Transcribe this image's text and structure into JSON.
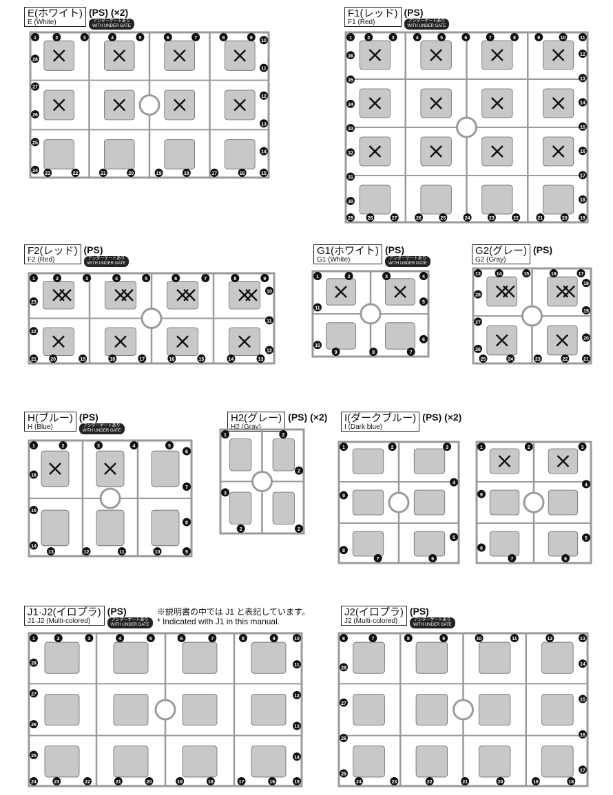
{
  "runners": [
    {
      "id": "E",
      "name_jp": "E(ホワイト)",
      "name_en": "E (White)",
      "material": "(PS)",
      "multiplier": "(×2)",
      "badge_jp": "アンダーゲートあり",
      "badge_en": "WITH UNDER GATE",
      "parts": [
        1,
        2,
        3,
        4,
        5,
        6,
        7,
        8,
        9,
        10,
        11,
        12,
        13,
        14,
        15,
        16,
        17,
        18,
        19,
        20,
        21,
        22,
        23,
        24,
        25,
        26,
        27,
        28
      ],
      "x_marked_count": 8
    },
    {
      "id": "F1",
      "name_jp": "F1(レッド)",
      "name_en": "F1 (Red)",
      "material": "(PS)",
      "multiplier": "",
      "badge_jp": "アンダーゲートあり",
      "badge_en": "WITH UNDER GATE",
      "parts": [
        1,
        2,
        3,
        4,
        5,
        6,
        7,
        8,
        9,
        10,
        11,
        12,
        13,
        14,
        15,
        16,
        17,
        18,
        19,
        20,
        21,
        22,
        23,
        24,
        25,
        26,
        27,
        28,
        29,
        30,
        31,
        32,
        33,
        34,
        35,
        36
      ],
      "x_marked_count": 12
    },
    {
      "id": "F2",
      "name_jp": "F2(レッド)",
      "name_en": "F2 (Red)",
      "material": "(PS)",
      "multiplier": "",
      "badge_jp": "アンダーゲートあり",
      "badge_en": "WITH UNDER GATE",
      "parts": [
        1,
        2,
        3,
        4,
        5,
        6,
        7,
        8,
        9,
        10,
        11,
        12,
        13,
        14,
        15,
        16,
        17,
        18,
        19,
        20,
        21,
        22,
        23
      ],
      "x_marked_count": 12
    },
    {
      "id": "G1",
      "name_jp": "G1(ホワイト)",
      "name_en": "G1 (White)",
      "material": "(PS)",
      "multiplier": "",
      "badge_jp": "アンダーゲートあり",
      "badge_en": "WITH UNDER GATE",
      "parts": [
        1,
        2,
        3,
        4,
        5,
        6,
        7,
        8,
        9,
        10,
        11
      ],
      "x_marked_count": 2
    },
    {
      "id": "G2",
      "name_jp": "G2(グレー)",
      "name_en": "G2 (Gray)",
      "material": "(PS)",
      "multiplier": "",
      "badge_jp": "",
      "badge_en": "",
      "parts": [
        13,
        14,
        15,
        16,
        17,
        18,
        19,
        20,
        21,
        22,
        23,
        24,
        25,
        26,
        27,
        28
      ],
      "x_marked_count": 6
    },
    {
      "id": "H",
      "name_jp": "H(ブルー)",
      "name_en": "H (Blue)",
      "material": "(PS)",
      "multiplier": "",
      "badge_jp": "アンダーゲートあり",
      "badge_en": "WITH UNDER GATE",
      "parts": [
        1,
        2,
        3,
        4,
        5,
        6,
        7,
        8,
        9,
        10,
        11,
        12,
        13,
        14,
        15,
        16
      ],
      "x_marked_count": 2
    },
    {
      "id": "H2",
      "name_jp": "H2(グレー)",
      "name_en": "H2 (Gray)",
      "material": "(PS)",
      "multiplier": "(×2)",
      "badge_jp": "",
      "badge_en": "",
      "parts": [
        1,
        2,
        2,
        2,
        2,
        3
      ],
      "x_marked_count": 0
    },
    {
      "id": "I",
      "name_jp": "I(ダークブルー)",
      "name_en": "I (Dark blue)",
      "material": "(PS)",
      "multiplier": "(×2)",
      "badge_jp": "",
      "badge_en": "",
      "parts": [
        1,
        2,
        3,
        4,
        5,
        6,
        7,
        8,
        9
      ],
      "x_marked_count": 0
    },
    {
      "id": "I-b",
      "parts": [
        1,
        2,
        3,
        4,
        5,
        6,
        7,
        8,
        9
      ],
      "x_marked_count": 2
    },
    {
      "id": "J1J2",
      "name_jp": "J1·J2(イロプラ)",
      "name_en": "J1·J2 (Multi-colored)",
      "material": "(PS)",
      "multiplier": "",
      "badge_jp": "アンダーゲートあり",
      "badge_en": "WITH UNDER GATE",
      "parts": [
        1,
        2,
        3,
        4,
        5,
        6,
        7,
        8,
        9,
        10,
        11,
        12,
        13,
        14,
        15,
        16,
        17,
        18,
        19,
        20,
        21,
        22,
        23,
        24,
        25,
        26,
        27,
        28
      ],
      "x_marked_count": 0
    },
    {
      "id": "J2",
      "name_jp": "J2(イロプラ)",
      "name_en": "J2 (Multi-colored)",
      "material": "(PS)",
      "multiplier": "",
      "badge_jp": "アンダーゲートあり",
      "badge_en": "WITH UNDER GATE",
      "parts": [
        6,
        7,
        8,
        9,
        10,
        11,
        12,
        13,
        14,
        15,
        16,
        17,
        18,
        19,
        20,
        21,
        22,
        23,
        24,
        25,
        26,
        27,
        28
      ],
      "x_marked_count": 0
    }
  ],
  "note": {
    "jp": "※説明書の中では J1 と表記しています。",
    "en": "* Indicated with J1 in this manual."
  },
  "colors": {
    "runner": "#9a9a9a",
    "part": "#c8c8c8",
    "marker": "#111111"
  }
}
